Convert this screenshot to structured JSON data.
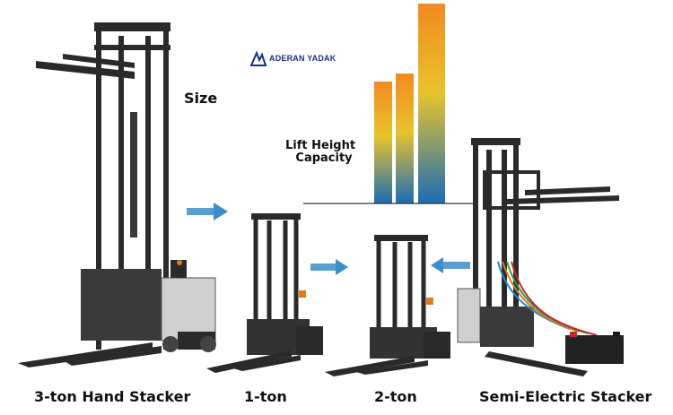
{
  "logo": {
    "text": "ADERAN YADAK"
  },
  "labels": {
    "size": "Size",
    "lift_height_line1": "Lift Height",
    "lift_height_line2": "Capacity"
  },
  "captions": {
    "hand_stacker": "3-ton Hand Stacker",
    "one_ton": "1-ton",
    "two_ton": "2-ton",
    "semi_electric": "Semi-Electric Stacker"
  },
  "chart_data": {
    "type": "bar",
    "categories": [
      "",
      "",
      ""
    ],
    "values": [
      0.61,
      0.65,
      1.0
    ],
    "title": "",
    "xlabel": "",
    "ylabel": ""
  },
  "colors": {
    "bar_top": "#f08a1c",
    "bar_mid": "#e9c52a",
    "bar_bottom": "#1a6fb8",
    "arrow": "#3b8ec9",
    "machine": "#2a2a2a",
    "accent_orange": "#e07a1a"
  }
}
